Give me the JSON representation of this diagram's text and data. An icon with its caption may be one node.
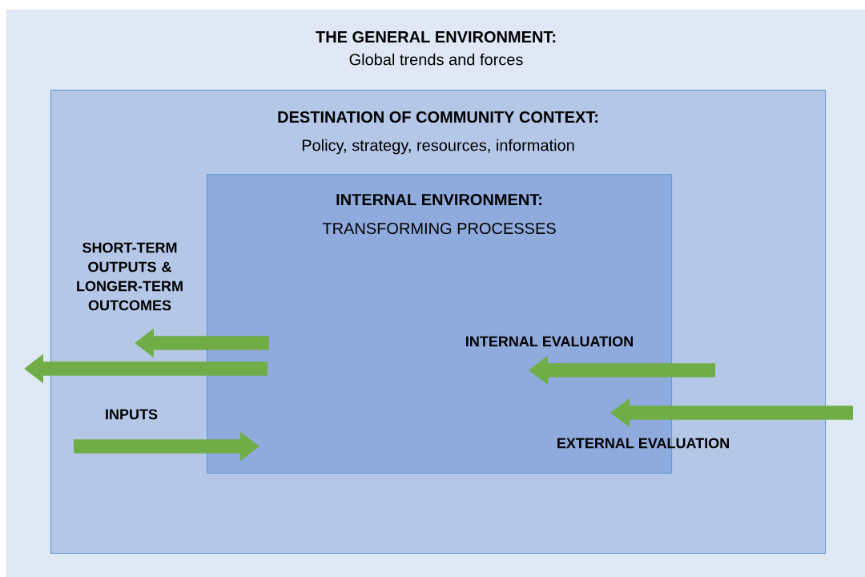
{
  "diagram": {
    "nodes": [
      {
        "text": [
          "THE GENERAL ENVIRONMENT:",
          "Global trends and forces"
        ]
      },
      {
        "text": [
          "DESTINATION OF COMMUNITY CONTEXT:",
          "Policy, strategy, resources, information"
        ],
        "in": 0
      },
      {
        "text": [
          "INTERNAL ENVIRONMENT:",
          "TRANSFORMING PROCESSES"
        ],
        "in": 1
      }
    ],
    "edges": [
      {
        "from": 2,
        "to": null,
        "arrow": "to"
      },
      {
        "from": 2,
        "to": null,
        "arrow": "to"
      },
      {
        "from": null,
        "to": 2,
        "arrow": "to"
      },
      {
        "from": null,
        "to": 2,
        "arrow": "to"
      },
      {
        "from": null,
        "to": 2,
        "arrow": "to"
      }
    ],
    "labels": [
      "SHORT-TERM OUTPUTS & LONGER-TERM OUTCOMES",
      "INTERNAL EVALUATION",
      "INPUTS",
      "EXTERNAL EVALUATION"
    ]
  }
}
